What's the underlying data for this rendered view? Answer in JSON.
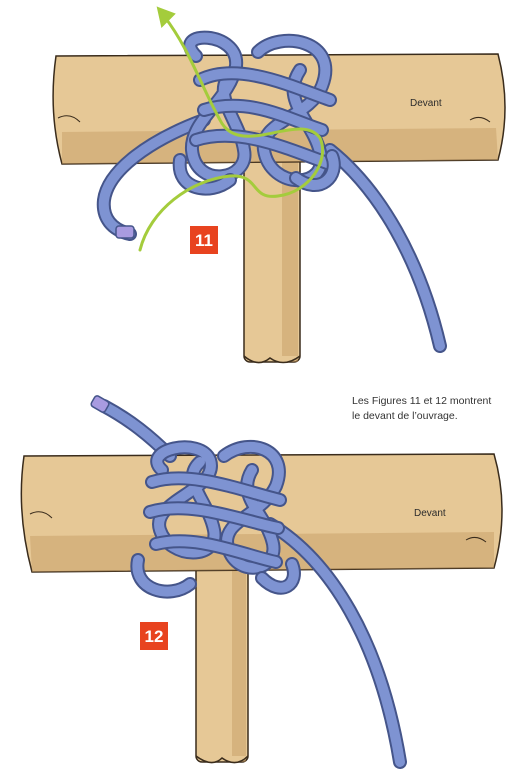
{
  "figures": [
    {
      "number": "11",
      "dowel_label": "Devant"
    },
    {
      "number": "12",
      "dowel_label": "Devant"
    }
  ],
  "caption": {
    "line1": "Les Figures 11 et 12 montrent",
    "line2": "le devant de l’ouvrage."
  },
  "colors": {
    "wood": "#e6c896",
    "wood_shade": "#c49a62",
    "cord": "#7e93d2",
    "cord_edge": "#45558a",
    "arrow": "#a4cc3c",
    "badge": "#e8431f"
  }
}
